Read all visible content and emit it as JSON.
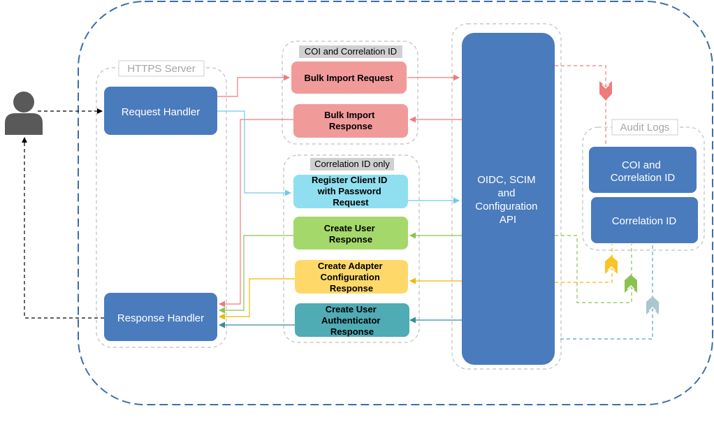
{
  "groups": {
    "https_server": "HTTPS Server",
    "coi_correlation": "COI and Correlation ID",
    "correlation_only": "Correlation ID only",
    "audit_logs": "Audit Logs"
  },
  "nodes": {
    "request_handler": "Request Handler",
    "response_handler": "Response Handler",
    "bulk_import_request": "Bulk Import Request",
    "bulk_import_response": [
      "Bulk Import",
      "Response"
    ],
    "register_client": [
      "Register Client ID",
      "with Password",
      "Request"
    ],
    "create_user_response": [
      "Create User",
      "Response"
    ],
    "create_adapter_response": [
      "Create Adapter",
      "Configuration",
      "Response"
    ],
    "create_authenticator_response": [
      "Create User",
      "Authenticator",
      "Response"
    ],
    "api": [
      "OIDC, SCIM",
      "and",
      "Configuration",
      "API"
    ],
    "audit_coi": [
      "COI and",
      "Correlation ID"
    ],
    "audit_correlation": "Correlation ID"
  },
  "colors": {
    "blue_box": "#4a7bbd",
    "red": "#f19a9a",
    "red_line": "#ef7b7b",
    "cyan": "#90dff0",
    "cyan_line": "#6fcbe6",
    "green": "#a4d86b",
    "green_line": "#8cc152",
    "yellow": "#fed96a",
    "yellow_line": "#f0b800",
    "teal": "#4fabb4",
    "teal_line": "#3b8a9a",
    "outer_dash": "#3c6eaa",
    "group_dash": "#bfbfbf",
    "user_icon": "#595959"
  },
  "icons": {
    "user": "user-icon",
    "audit_markers": "chevron-down-icon"
  }
}
